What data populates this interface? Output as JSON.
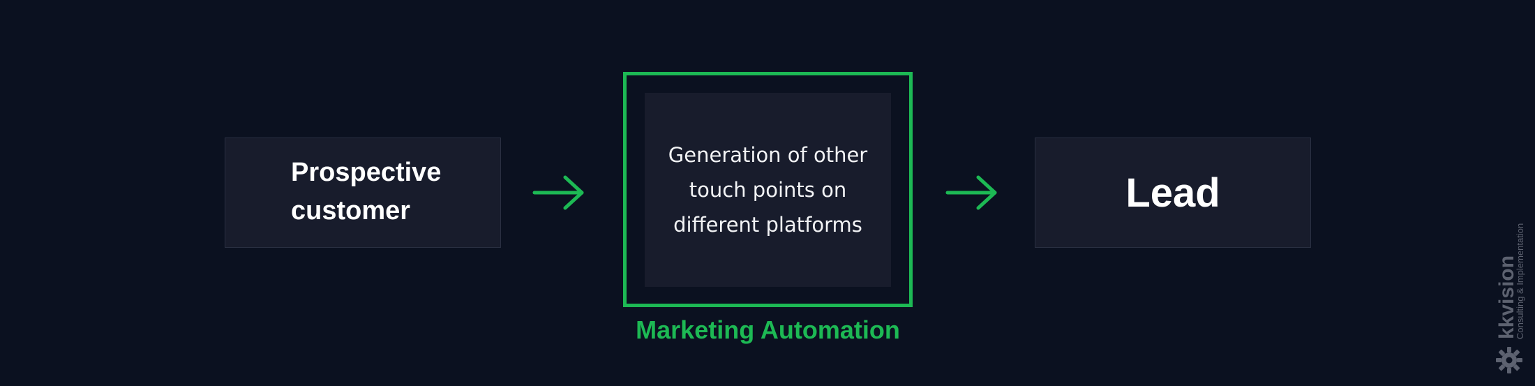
{
  "diagram": {
    "nodes": {
      "start": {
        "label": "Prospective customer"
      },
      "process": {
        "label": "Generation of other touch points on different platforms"
      },
      "end": {
        "label": "Lead"
      }
    },
    "process_group_caption": "Marketing Automation",
    "edges": [
      {
        "from": "start",
        "to": "process"
      },
      {
        "from": "process",
        "to": "end"
      }
    ]
  },
  "watermark": {
    "brand": "kkvision",
    "tagline": "Consulting & Implementation",
    "icon": "gear-icon"
  },
  "colors": {
    "background": "#0b1120",
    "box": "#181c2c",
    "accent": "#1db954",
    "text": "#ffffff",
    "watermark": "#5d6270"
  }
}
